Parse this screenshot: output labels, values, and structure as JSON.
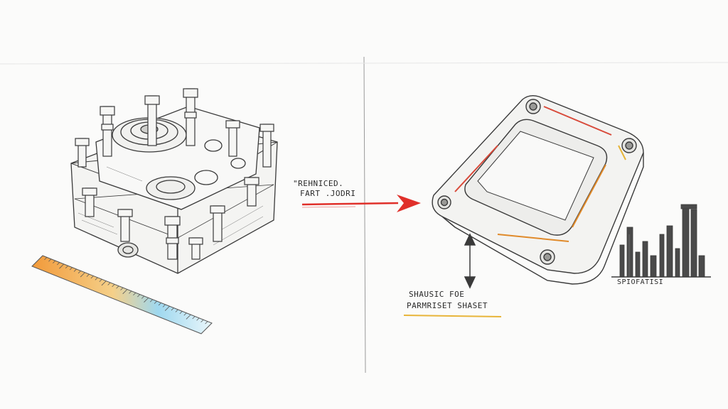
{
  "annotations": {
    "arrow_note_line1": "\"REHNICED.",
    "arrow_note_line2": "FART .JODRI",
    "lower_note_line1": "SHAUSIC FOE",
    "lower_note_line2": "PARMRISET SHASET",
    "profile_label": "SPIOFATISI"
  },
  "colors": {
    "paper": "#fbfbfa",
    "pencil": "#3a3a3a",
    "transformation_arrow": "#e0302a",
    "highlight_orange": "#e08a2a",
    "highlight_red": "#d84a3a",
    "underline_yellow": "#e8b53a",
    "ruler_gradient_start": "#f29a3a",
    "ruler_gradient_end": "#8fd3f0"
  }
}
